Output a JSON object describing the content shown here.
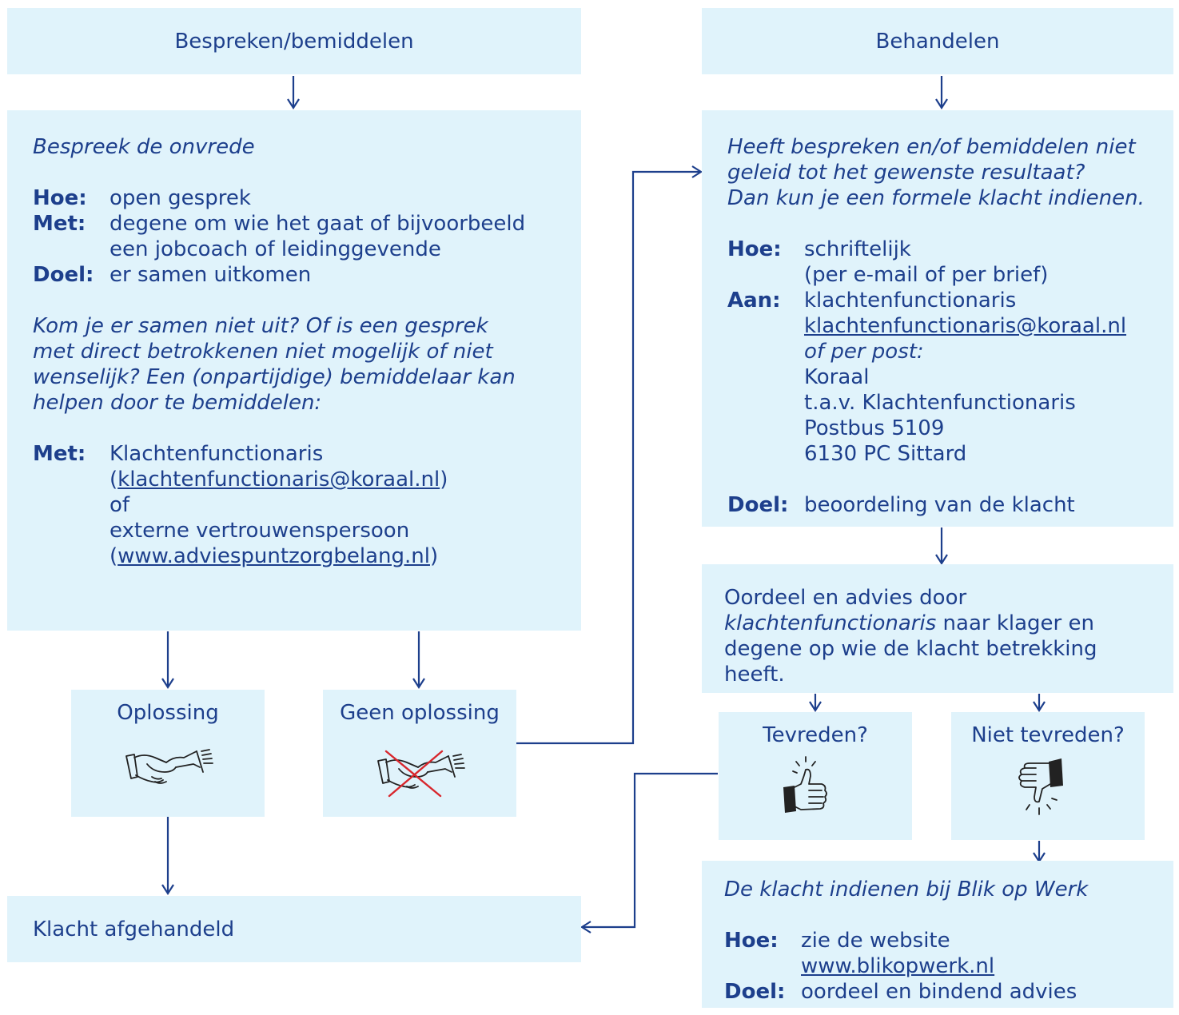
{
  "left": {
    "header": "Bespreken/bemiddelen",
    "main": {
      "intro": "Bespreek de onvrede",
      "hoe_label": "Hoe:",
      "hoe_value": "open gesprek",
      "met_label": "Met:",
      "met_value_1": "degene om wie het gaat of bijvoorbeeld",
      "met_value_2": "een jobcoach of leidinggevende",
      "doel_label": "Doel:",
      "doel_value": "er samen uitkomen",
      "question": [
        "Kom je er samen niet uit? Of is een gesprek",
        "met direct betrokkenen niet mogelijk of niet",
        "wenselijk? Een (onpartijdige) bemiddelaar kan",
        "helpen door te bemiddelen:"
      ],
      "met2_label": "Met:",
      "met2_line1": "Klachtenfunctionaris",
      "paren_open": "(",
      "email": "klachtenfunctionaris@koraal.nl",
      "paren_close": ")",
      "or": "of",
      "extern": "externe vertrouwenspersoon",
      "website": "www.adviespuntzorgbelang.nl"
    },
    "oplossing": "Oplossing",
    "geen_oplossing": "Geen oplossing",
    "afgehandeld": "Klacht afgehandeld"
  },
  "right": {
    "header": "Behandelen",
    "main": {
      "intro": [
        "Heeft bespreken en/of bemiddelen niet",
        "geleid tot het gewenste resultaat?",
        "Dan kun je een formele klacht indienen."
      ],
      "hoe_label": "Hoe:",
      "hoe_value_1": "schriftelijk",
      "hoe_value_2": "(per e-mail of per brief)",
      "aan_label": "Aan:",
      "aan_value": "klachtenfunctionaris",
      "email": "klachtenfunctionaris@koraal.nl",
      "post_label": "of per post:",
      "address": [
        "Koraal",
        "t.a.v. Klachtenfunctionaris",
        "Postbus 5109",
        "6130 PC Sittard"
      ],
      "doel_label": "Doel:",
      "doel_value": "beoordeling van de klacht"
    },
    "oordeel_1": "Oordeel en advies door",
    "oordeel_2_italic": "klachtenfunctionaris",
    "oordeel_2_rest": " naar klager en",
    "oordeel_3": "degene op wie de klacht betrekking",
    "oordeel_4": "heeft.",
    "tevreden": "Tevreden?",
    "niet_tevreden": "Niet tevreden?",
    "blik": {
      "intro": "De klacht indienen bij Blik op Werk",
      "hoe_label": "Hoe:",
      "hoe_value": "zie de website",
      "website": "www.blikopwerk.nl",
      "doel_label": "Doel:",
      "doel_value": "oordeel en bindend advies"
    }
  },
  "colors": {
    "box": "#e0f3fb",
    "line": "#1d3f8c",
    "cross": "#d8262c"
  },
  "icons": [
    "handshake-icon",
    "handshake-crossed-icon",
    "thumbs-up-icon",
    "thumbs-down-icon"
  ]
}
